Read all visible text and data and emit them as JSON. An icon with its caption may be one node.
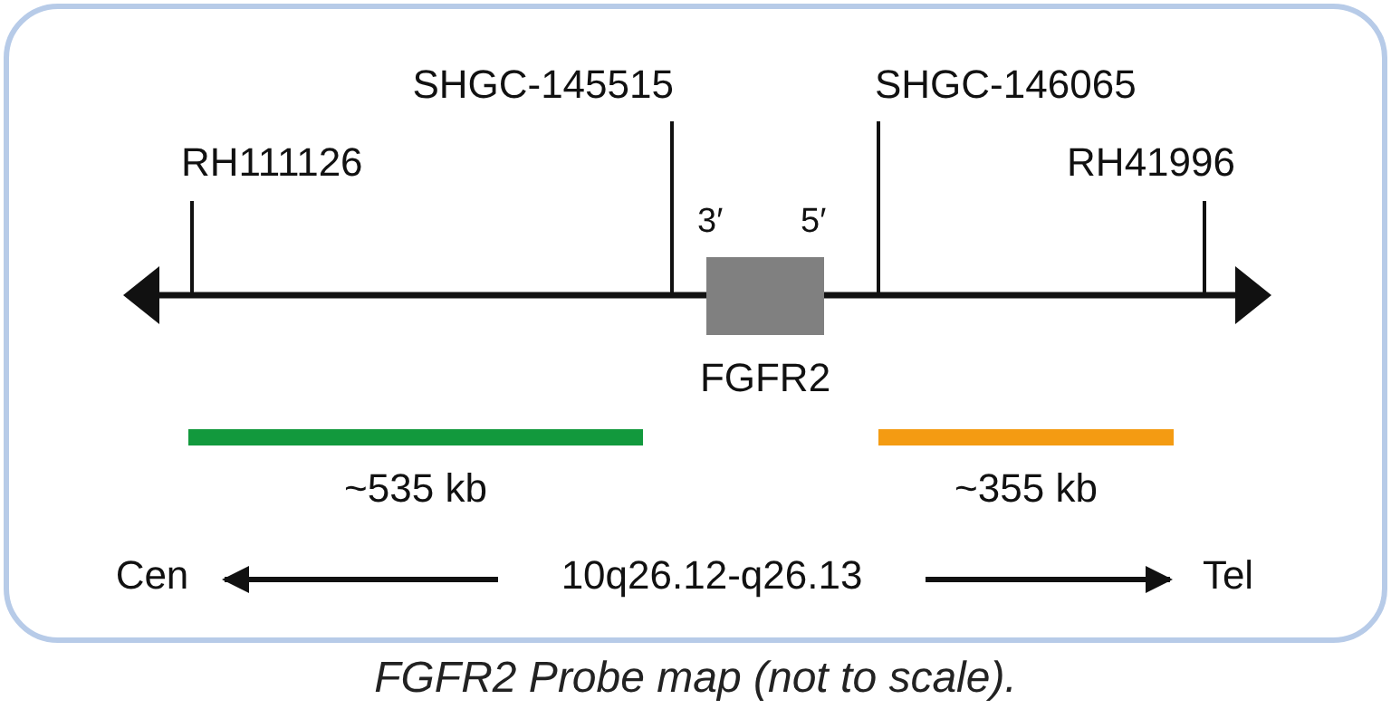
{
  "diagram": {
    "caption": "FGFR2 Probe map (not to scale).",
    "nodes": [
      {
        "text": [
          "FGFR2"
        ],
        "beside": [
          "3′",
          "5′"
        ]
      },
      {
        "text": [
          "~535 kb"
        ]
      },
      {
        "text": [
          "~355 kb"
        ]
      },
      {
        "text": [
          "Cen"
        ]
      },
      {
        "text": [
          "10q26.12-q26.13"
        ]
      },
      {
        "text": [
          "Tel"
        ]
      }
    ],
    "edges": [
      {
        "from": 4,
        "to": 3,
        "arrow": "to"
      },
      {
        "from": 4,
        "to": 5,
        "arrow": "to"
      }
    ],
    "labels": [
      "SHGC-145515",
      "SHGC-146065",
      "RH111126",
      "RH41996"
    ]
  }
}
